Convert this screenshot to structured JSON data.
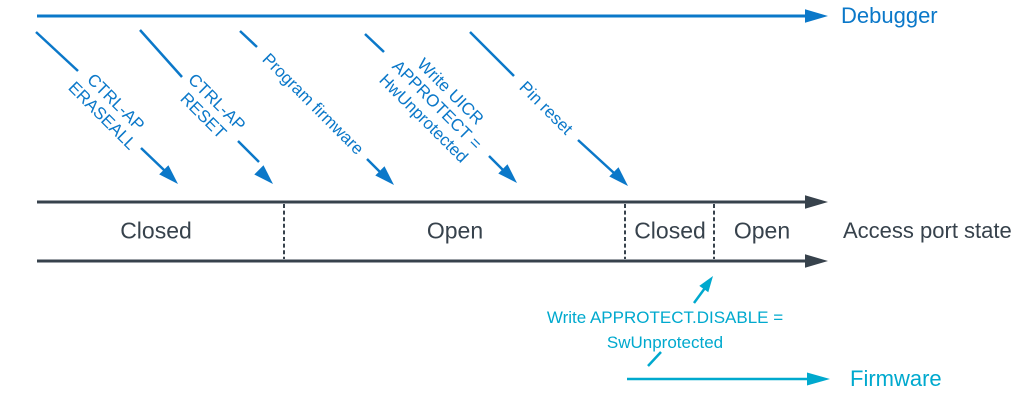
{
  "colors": {
    "debugger_blue": "#0b78c9",
    "firmware_cyan": "#00a9ce",
    "timeline_dark": "#37424c",
    "background": "#ffffff"
  },
  "lanes": {
    "debugger": {
      "label": "Debugger"
    },
    "access_port": {
      "label": "Access port state"
    },
    "firmware": {
      "label": "Firmware"
    }
  },
  "access_port_states": [
    {
      "label": "Closed"
    },
    {
      "label": "Open"
    },
    {
      "label": "Closed"
    },
    {
      "label": "Open"
    }
  ],
  "debugger_actions": [
    {
      "name": "ctrl-ap-eraseall",
      "lines": [
        "CTRL-AP",
        "ERASEALL"
      ]
    },
    {
      "name": "ctrl-ap-reset",
      "lines": [
        "CTRL-AP",
        "RESET"
      ]
    },
    {
      "name": "program-firmware",
      "lines": [
        "Program firmware"
      ]
    },
    {
      "name": "write-uicr-approtect",
      "lines": [
        "Write UICR",
        "APPROTECT =",
        "HwUnprotected"
      ]
    },
    {
      "name": "pin-reset",
      "lines": [
        "Pin reset"
      ]
    }
  ],
  "firmware_action": {
    "lines": [
      "Write APPROTECT.DISABLE =",
      "SwUnprotected"
    ]
  }
}
